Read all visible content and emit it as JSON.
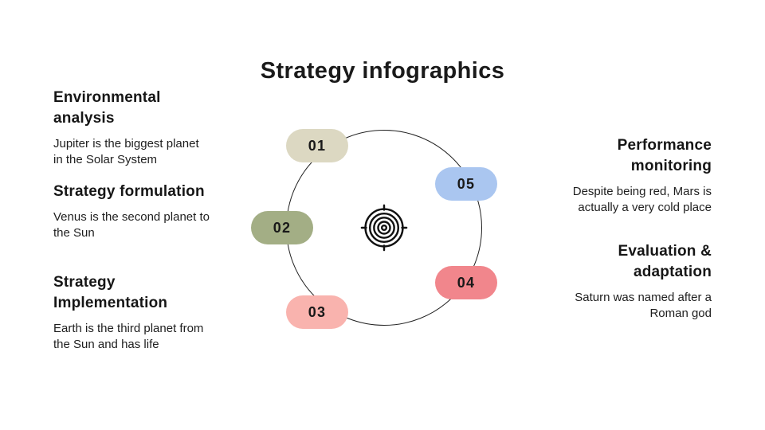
{
  "title": "Strategy infographics",
  "left_sections": [
    {
      "heading": "Environmental analysis",
      "body": "Jupiter is the biggest planet in the Solar System"
    },
    {
      "heading": "Strategy formulation",
      "body": "Venus is the second planet to the Sun"
    },
    {
      "heading": "Strategy Implementation",
      "body": "Earth is the third planet from the Sun and has life"
    }
  ],
  "right_sections": [
    {
      "heading": "Performance monitoring",
      "body": "Despite being red, Mars is actually a very cold place"
    },
    {
      "heading": "Evaluation & adaptation",
      "body": "Saturn was named after a Roman god"
    }
  ],
  "diagram": {
    "center_icon": "target-icon",
    "ring_color": "#222222",
    "steps": [
      {
        "label": "01",
        "color": "#DCD8C2"
      },
      {
        "label": "02",
        "color": "#A3AE85"
      },
      {
        "label": "03",
        "color": "#F9B3AE"
      },
      {
        "label": "04",
        "color": "#F1868C"
      },
      {
        "label": "05",
        "color": "#AAC6F0"
      }
    ]
  },
  "colors": {
    "background": "#FFFFFF",
    "text": "#1C1C1C"
  }
}
